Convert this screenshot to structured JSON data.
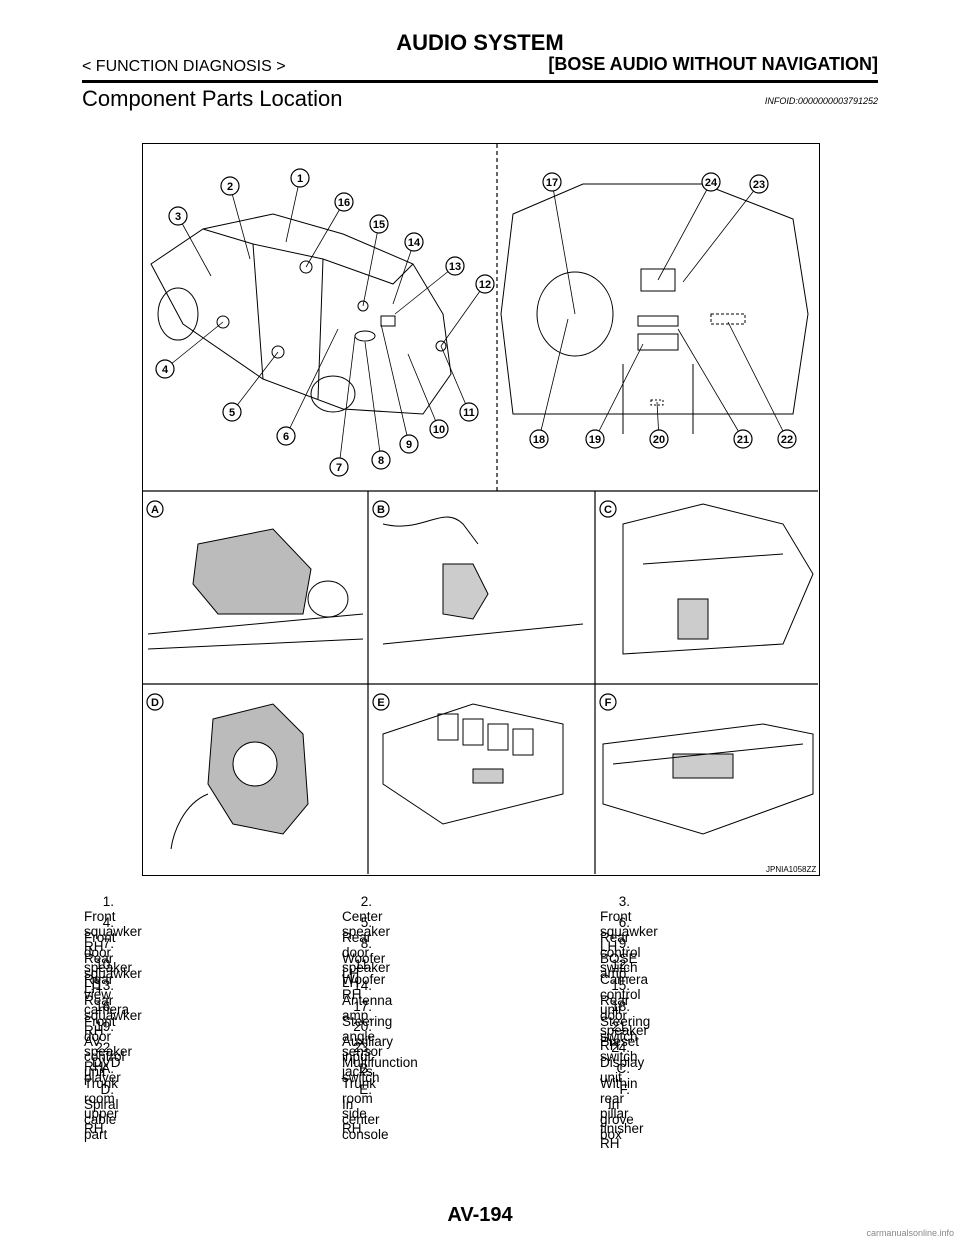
{
  "header": {
    "title": "AUDIO SYSTEM",
    "section_left": "< FUNCTION DIAGNOSIS >",
    "section_right": "[BOSE AUDIO WITHOUT NAVIGATION]"
  },
  "heading": {
    "title": "Component Parts Location",
    "info_id": "INFOID:0000000003791252"
  },
  "figure": {
    "code": "JPNIA1058ZZ",
    "panel_letters": [
      "A",
      "B",
      "C",
      "D",
      "E",
      "F"
    ],
    "callouts": [
      "1",
      "2",
      "3",
      "4",
      "5",
      "6",
      "7",
      "8",
      "9",
      "10",
      "11",
      "12",
      "13",
      "14",
      "15",
      "16",
      "17",
      "18",
      "19",
      "20",
      "21",
      "22",
      "23",
      "24"
    ]
  },
  "legend": {
    "items": [
      [
        "1.",
        "Front squawker RH"
      ],
      [
        "2.",
        "Center speaker"
      ],
      [
        "3.",
        "Front squawker LH"
      ],
      [
        "4.",
        "Front door speaker LH"
      ],
      [
        "5.",
        "Rear door speaker LH"
      ],
      [
        "6.",
        "Rear control switch"
      ],
      [
        "7.",
        "Rear squawker LH"
      ],
      [
        "8.",
        "Woofer LH"
      ],
      [
        "9.",
        "BOSE amp."
      ],
      [
        "10.",
        "Rear view camera"
      ],
      [
        "11.",
        "Woofer RH"
      ],
      [
        "12.",
        "Camera control unit"
      ],
      [
        "13.",
        "Rear squawker RH"
      ],
      [
        "14.",
        "Antenna amp."
      ],
      [
        "15.",
        "Rear door speaker RH"
      ],
      [
        "16.",
        "Front door speaker RH"
      ],
      [
        "17.",
        "Steering angle sensor"
      ],
      [
        "18.",
        "Steering switch"
      ],
      [
        "19.",
        "AV control unit"
      ],
      [
        "20.",
        "Auxiliary input jacks"
      ],
      [
        "21.",
        "Preset switch"
      ],
      [
        "22.",
        "DVD player"
      ],
      [
        "23.",
        "Multifunction switch"
      ],
      [
        "24.",
        "Display unit"
      ],
      [
        "A.",
        "Trunk room upper RH"
      ],
      [
        "B.",
        "Trunk room side RH"
      ],
      [
        "C.",
        "Within rear pillar finisher RH"
      ],
      [
        "D.",
        "Spiral cable part"
      ],
      [
        "E.",
        "In center console"
      ],
      [
        "F.",
        "In grove box"
      ]
    ]
  },
  "footer": {
    "page": "AV-194"
  },
  "watermark": "carmanualsonline.info"
}
